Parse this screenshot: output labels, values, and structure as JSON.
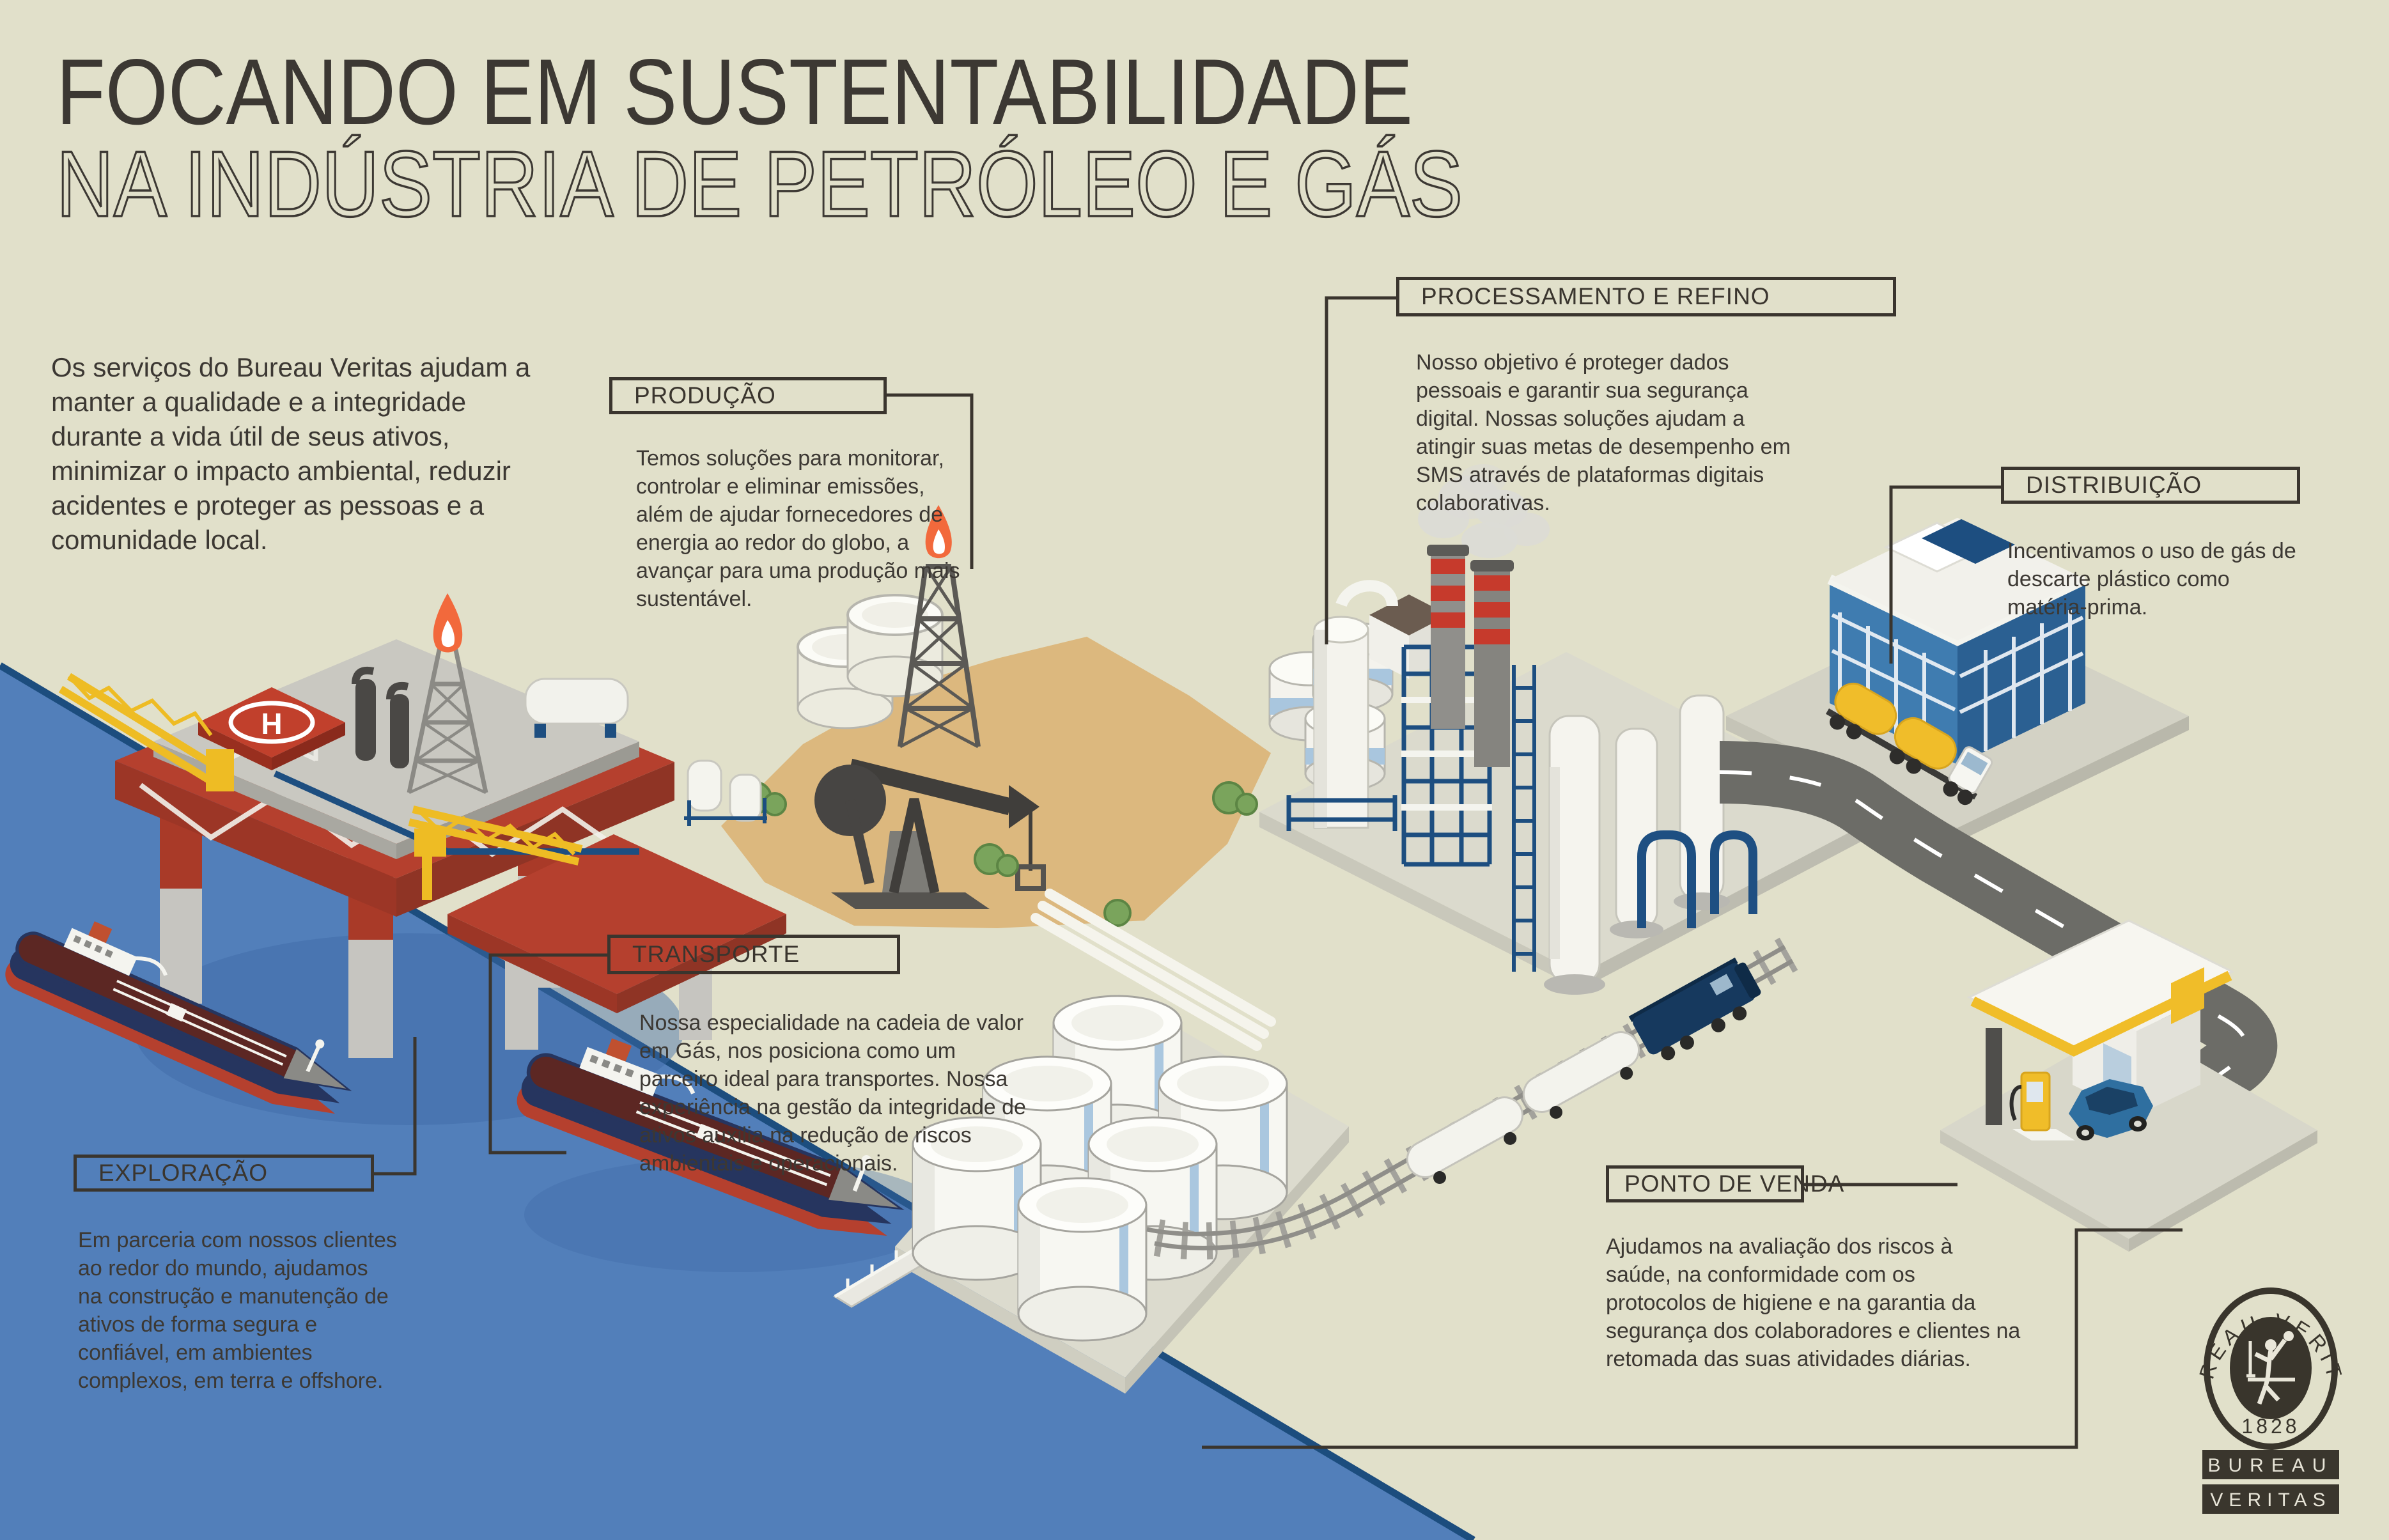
{
  "title": {
    "line1": "FOCANDO EM SUSTENTABILIDADE",
    "line2": "NA INDÚSTRIA DE PETRÓLEO E GÁS"
  },
  "intro": "Os serviços do Bureau Veritas ajudam a manter a qualidade e a integridade durante a vida útil de seus ativos, minimizar o impacto ambiental, reduzir acidentes e proteger as pessoas e a comunidade local.",
  "sections": {
    "producao": {
      "label": "PRODUÇÃO",
      "body": "Temos soluções para monitorar, controlar e eliminar emissões, além de ajudar fornecedores de energia ao redor do globo, a avançar para uma produção mais sustentável."
    },
    "processamento": {
      "label": "PROCESSAMENTO E REFINO",
      "body": "Nosso objetivo é proteger dados pessoais e garantir sua segurança digital. Nossas soluções ajudam a atingir suas metas de desempenho em SMS através de plataformas digitais colaborativas."
    },
    "distribuicao": {
      "label": "DISTRIBUIÇÃO",
      "body": "Incentivamos o uso de gás de descarte plástico como matéria-prima."
    },
    "transporte": {
      "label": "TRANSPORTE",
      "body": "Nossa especialidade na cadeia de valor em Gás, nos posiciona como um parceiro ideal para transportes. Nossa experiência na gestão da integridade de ativos auxilia na redução de riscos ambientais e operacionais."
    },
    "exploracao": {
      "label": "EXPLORAÇÃO",
      "body": "Em parceria com nossos clientes ao redor do mundo, ajudamos na construção e manutenção de ativos de forma segura e confiável, em ambientes complexos, em terra e offshore."
    },
    "ponto_de_venda": {
      "label": "PONTO DE VENDA",
      "body": "Ajudamos na avaliação dos riscos à saúde, na conformidade com os protocolos de higiene e na garantia da segurança dos colaboradores e clientes na retomada das suas atividades diárias."
    }
  },
  "helipad_letter": "H",
  "logo": {
    "arc_text": "BUREAU VERITAS",
    "year": "1828",
    "bar1": "BUREAU",
    "bar2": "VERITAS"
  },
  "colors": {
    "background": "#e1e0ca",
    "water": "#527fba",
    "water_edge": "#1c4d7e",
    "ink": "#3c3833",
    "sand": "#dcb87e",
    "rig_red": "#b4402e",
    "crane_yellow": "#eebc24",
    "structure_navy": "#1d4e80",
    "road_gray": "#6c6c67"
  }
}
